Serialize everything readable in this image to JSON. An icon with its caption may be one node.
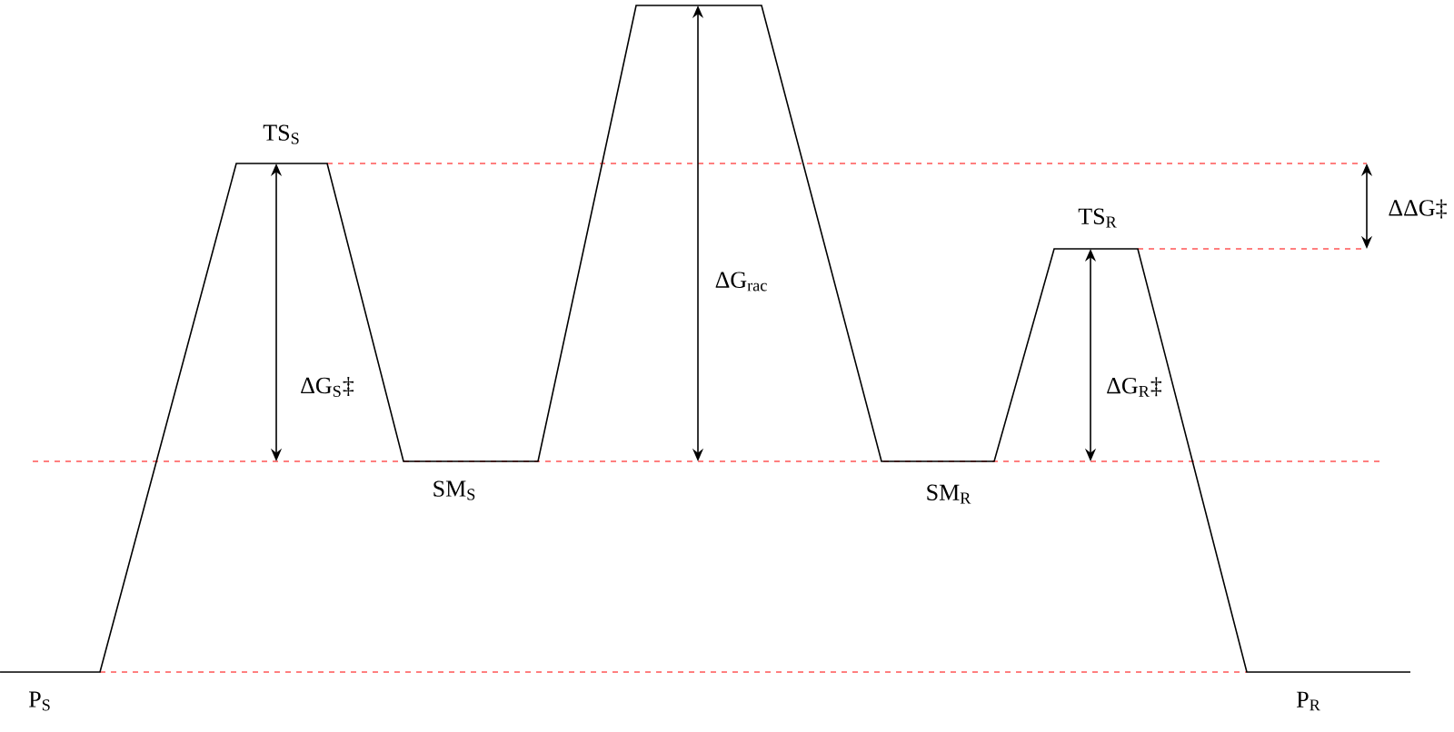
{
  "diagram": {
    "labels": [
      "TS$_{S}$",
      "ΔG$_{S}$‡",
      "SM$_{S}$",
      "ΔG$_{rac}$",
      "TS$_{R}$",
      "ΔΔG‡",
      "ΔG$_{R}$‡",
      "SM$_{R}$",
      "P$_{S}$",
      "P$_{R}$"
    ]
  }
}
